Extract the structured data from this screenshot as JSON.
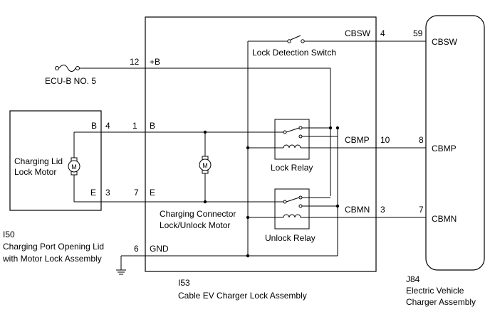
{
  "fuse": {
    "label": "ECU-B NO. 5"
  },
  "i50": {
    "id": "I50",
    "name_line1": "Charging Port Opening Lid",
    "name_line2": "with Motor Lock Assembly",
    "motor_line1": "Charging Lid",
    "motor_line2": "Lock Motor",
    "pin_b_name": "B",
    "pin_b_num": "4",
    "pin_e_name": "E",
    "pin_e_num": "3"
  },
  "i53": {
    "id": "I53",
    "name": "Cable EV Charger Lock Assembly",
    "pins": {
      "plus_b": {
        "num": "12",
        "name": "+B"
      },
      "b": {
        "num": "1",
        "name": "B"
      },
      "e": {
        "num": "7",
        "name": "E"
      },
      "gnd": {
        "num": "6",
        "name": "GND"
      },
      "cbsw": {
        "num": "4",
        "name": "CBSW"
      },
      "cbmp": {
        "num": "10",
        "name": "CBMP"
      },
      "cbmn": {
        "num": "3",
        "name": "CBMN"
      }
    },
    "lock_detection_switch": "Lock Detection Switch",
    "motor_line1": "Charging Connector",
    "motor_line2": "Lock/Unlock Motor",
    "lock_relay": "Lock Relay",
    "unlock_relay": "Unlock Relay"
  },
  "j84": {
    "id": "J84",
    "name_line1": "Electric Vehicle",
    "name_line2": "Charger Assembly",
    "pins": {
      "cbsw": {
        "num": "59",
        "name": "CBSW"
      },
      "cbmp": {
        "num": "8",
        "name": "CBMP"
      },
      "cbmn": {
        "num": "7",
        "name": "CBMN"
      }
    }
  },
  "motor_symbol": "M"
}
